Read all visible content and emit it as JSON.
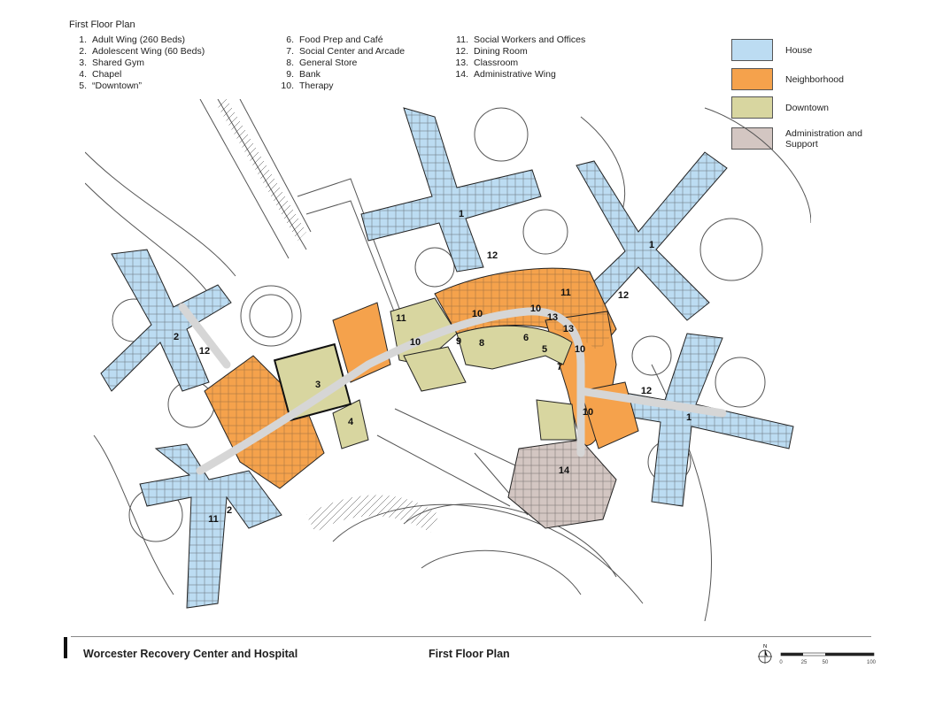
{
  "heading": "First Floor Plan",
  "legend": {
    "col1": [
      {
        "num": "1.",
        "label": "Adult Wing (260 Beds)"
      },
      {
        "num": "2.",
        "label": "Adolescent Wing (60 Beds)"
      },
      {
        "num": "3.",
        "label": "Shared Gym"
      },
      {
        "num": "4.",
        "label": "Chapel"
      },
      {
        "num": "5.",
        "label": "“Downtown”"
      }
    ],
    "col2": [
      {
        "num": "6.",
        "label": "Food Prep and Café"
      },
      {
        "num": "7.",
        "label": "Social Center and Arcade"
      },
      {
        "num": "8.",
        "label": "General Store"
      },
      {
        "num": "9.",
        "label": "Bank"
      },
      {
        "num": "10.",
        "label": "Therapy"
      }
    ],
    "col3": [
      {
        "num": "11.",
        "label": "Social Workers and Offices"
      },
      {
        "num": "12.",
        "label": "Dining Room"
      },
      {
        "num": "13.",
        "label": "Classroom"
      },
      {
        "num": "14.",
        "label": "Administrative Wing"
      }
    ]
  },
  "color_key": [
    {
      "label": "House",
      "color": "#bcdcf2"
    },
    {
      "label": "Neighborhood",
      "color": "#f5a24c"
    },
    {
      "label": "Downtown",
      "color": "#d8d6a0"
    },
    {
      "label": "Administration and Support",
      "color": "#d3c6c2"
    }
  ],
  "plan_labels": [
    "1",
    "1",
    "1",
    "2",
    "2",
    "12",
    "12",
    "12",
    "12",
    "11",
    "11",
    "11",
    "10",
    "10",
    "10",
    "10",
    "10",
    "13",
    "13",
    "9",
    "8",
    "6",
    "5",
    "7",
    "3",
    "4",
    "14"
  ],
  "footer": {
    "left": "Worcester Recovery Center and Hospital",
    "right": "First Floor Plan"
  },
  "scale": {
    "north": "N",
    "ticks": [
      "0",
      "25",
      "50",
      "100"
    ]
  }
}
